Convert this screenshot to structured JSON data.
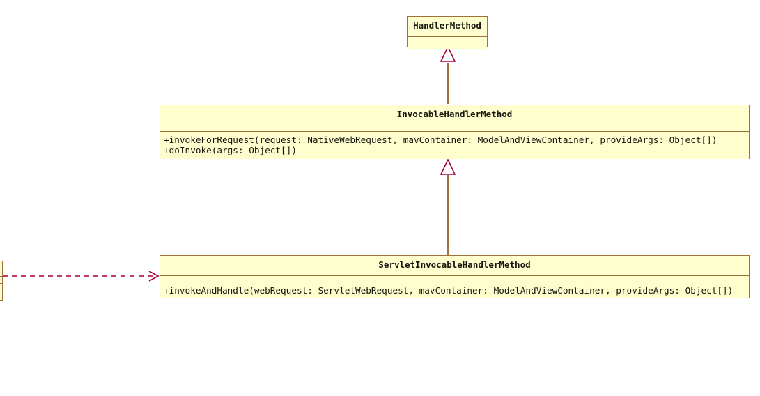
{
  "diagram": {
    "type": "uml-class-diagram",
    "background_color": "#FFFFFF",
    "class_fill_color": "#FEFECE",
    "class_border_color": "#A0713A",
    "line_color": "#A80036",
    "text_color": "#16160E"
  },
  "classes": [
    {
      "id": "handler-method",
      "name": "HandlerMethod",
      "attributes": [],
      "methods": []
    },
    {
      "id": "invocable-handler-method",
      "name": "InvocableHandlerMethod",
      "attributes": [],
      "methods": [
        "+invokeForRequest(request: NativeWebRequest, mavContainer: ModelAndViewContainer, provideArgs: Object[])",
        "+doInvoke(args: Object[])"
      ]
    },
    {
      "id": "servlet-invocable-handler-method",
      "name": "ServletInvocableHandlerMethod",
      "attributes": [],
      "methods": [
        "+invokeAndHandle(webRequest: ServletWebRequest, mavContainer: ModelAndViewContainer, provideArgs: Object[])"
      ]
    },
    {
      "id": "offscreen-class",
      "name": "",
      "attributes": [],
      "methods": []
    }
  ],
  "relationships": [
    {
      "id": "rel-inheritance-1",
      "type": "generalization",
      "from": "InvocableHandlerMethod",
      "to": "HandlerMethod",
      "style": "solid",
      "arrow": "hollow-triangle"
    },
    {
      "id": "rel-inheritance-2",
      "type": "generalization",
      "from": "ServletInvocableHandlerMethod",
      "to": "InvocableHandlerMethod",
      "style": "solid",
      "arrow": "hollow-triangle"
    },
    {
      "id": "rel-dependency-1",
      "type": "dependency",
      "from": "offscreen-class",
      "to": "ServletInvocableHandlerMethod",
      "style": "dashed",
      "arrow": "open"
    }
  ]
}
